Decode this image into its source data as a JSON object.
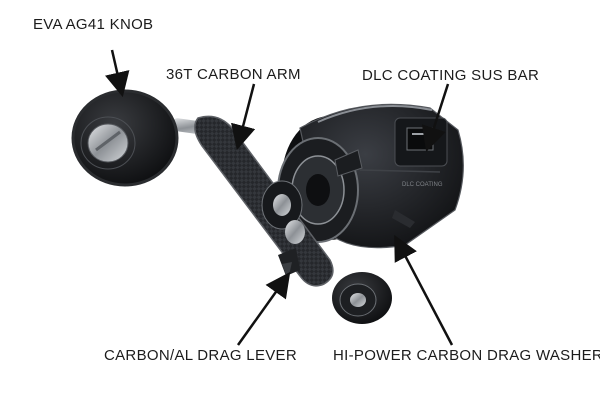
{
  "labels": {
    "knob": "EVA AG41 KNOB",
    "arm": "36T CARBON ARM",
    "bar": "DLC COATING SUS BAR",
    "lever": "CARBON/AL DRAG LEVER",
    "washer": "HI-POWER CARBON DRAG WASHER"
  },
  "colors": {
    "background": "#ffffff",
    "reel_body": "#1b1d20",
    "carbon": "#2b2d31",
    "accent_chrome": "#b9bcc0",
    "text": "#1c1c1c"
  }
}
